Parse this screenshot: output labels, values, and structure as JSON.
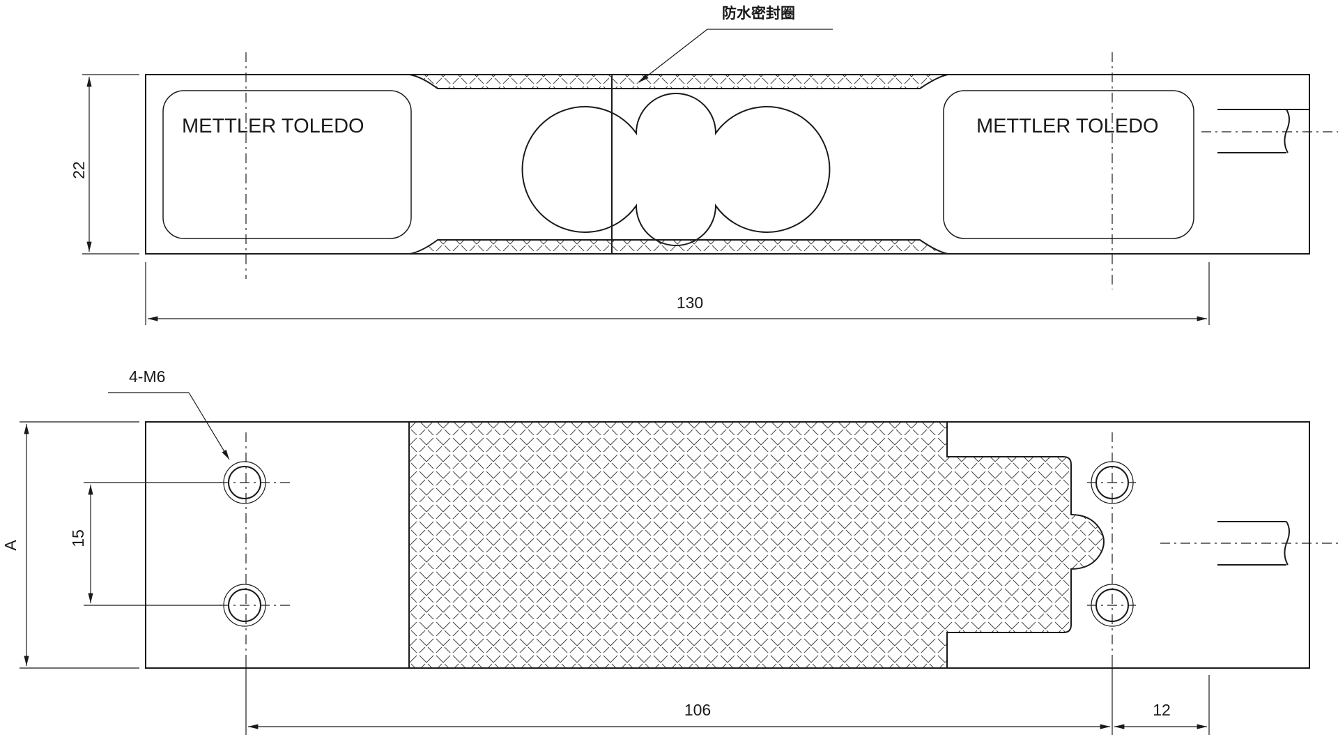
{
  "top_view": {
    "brand_left": "METTLER TOLEDO",
    "brand_right": "METTLER TOLEDO",
    "seal_callout": "防水密封圈",
    "dim_height": "22",
    "dim_length": "130"
  },
  "bottom_view": {
    "thread_callout": "4-M6",
    "dim_width": "A",
    "dim_hole_spacing": "15",
    "dim_hole_pitch": "106",
    "dim_end_offset": "12"
  }
}
